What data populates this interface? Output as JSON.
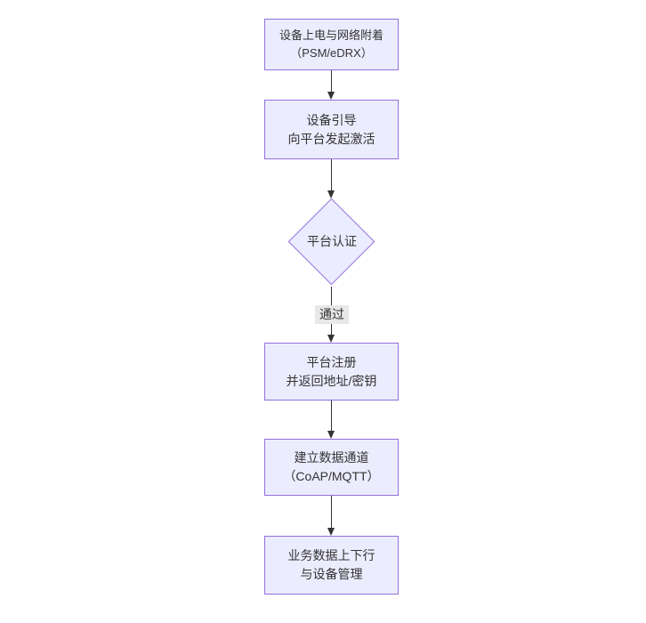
{
  "diagram": {
    "type": "flowchart",
    "direction": "top-down",
    "colors": {
      "node_fill": "#ECECFF",
      "node_border": "#9370DB",
      "arrow": "#333333",
      "text": "#333333",
      "edge_label_bg": "#e8e8e8",
      "background": "#ffffff"
    },
    "nodes": [
      {
        "id": "power-attach",
        "shape": "rect",
        "lines": [
          "设备上电与网络附着",
          "（PSM/eDRX）"
        ]
      },
      {
        "id": "bootstrap",
        "shape": "rect",
        "lines": [
          "设备引导",
          "向平台发起激活"
        ]
      },
      {
        "id": "platform-auth",
        "shape": "diamond",
        "lines": [
          "平台认证"
        ]
      },
      {
        "id": "platform-register",
        "shape": "rect",
        "lines": [
          "平台注册",
          "并返回地址/密钥"
        ]
      },
      {
        "id": "data-channel",
        "shape": "rect",
        "lines": [
          "建立数据通道",
          "（CoAP/MQTT）"
        ]
      },
      {
        "id": "business-data",
        "shape": "rect",
        "lines": [
          "业务数据上下行",
          "与设备管理"
        ]
      }
    ],
    "edges": [
      {
        "from": "power-attach",
        "to": "bootstrap",
        "label": ""
      },
      {
        "from": "bootstrap",
        "to": "platform-auth",
        "label": ""
      },
      {
        "from": "platform-auth",
        "to": "platform-register",
        "label": "通过"
      },
      {
        "from": "platform-register",
        "to": "data-channel",
        "label": ""
      },
      {
        "from": "data-channel",
        "to": "business-data",
        "label": ""
      }
    ]
  }
}
